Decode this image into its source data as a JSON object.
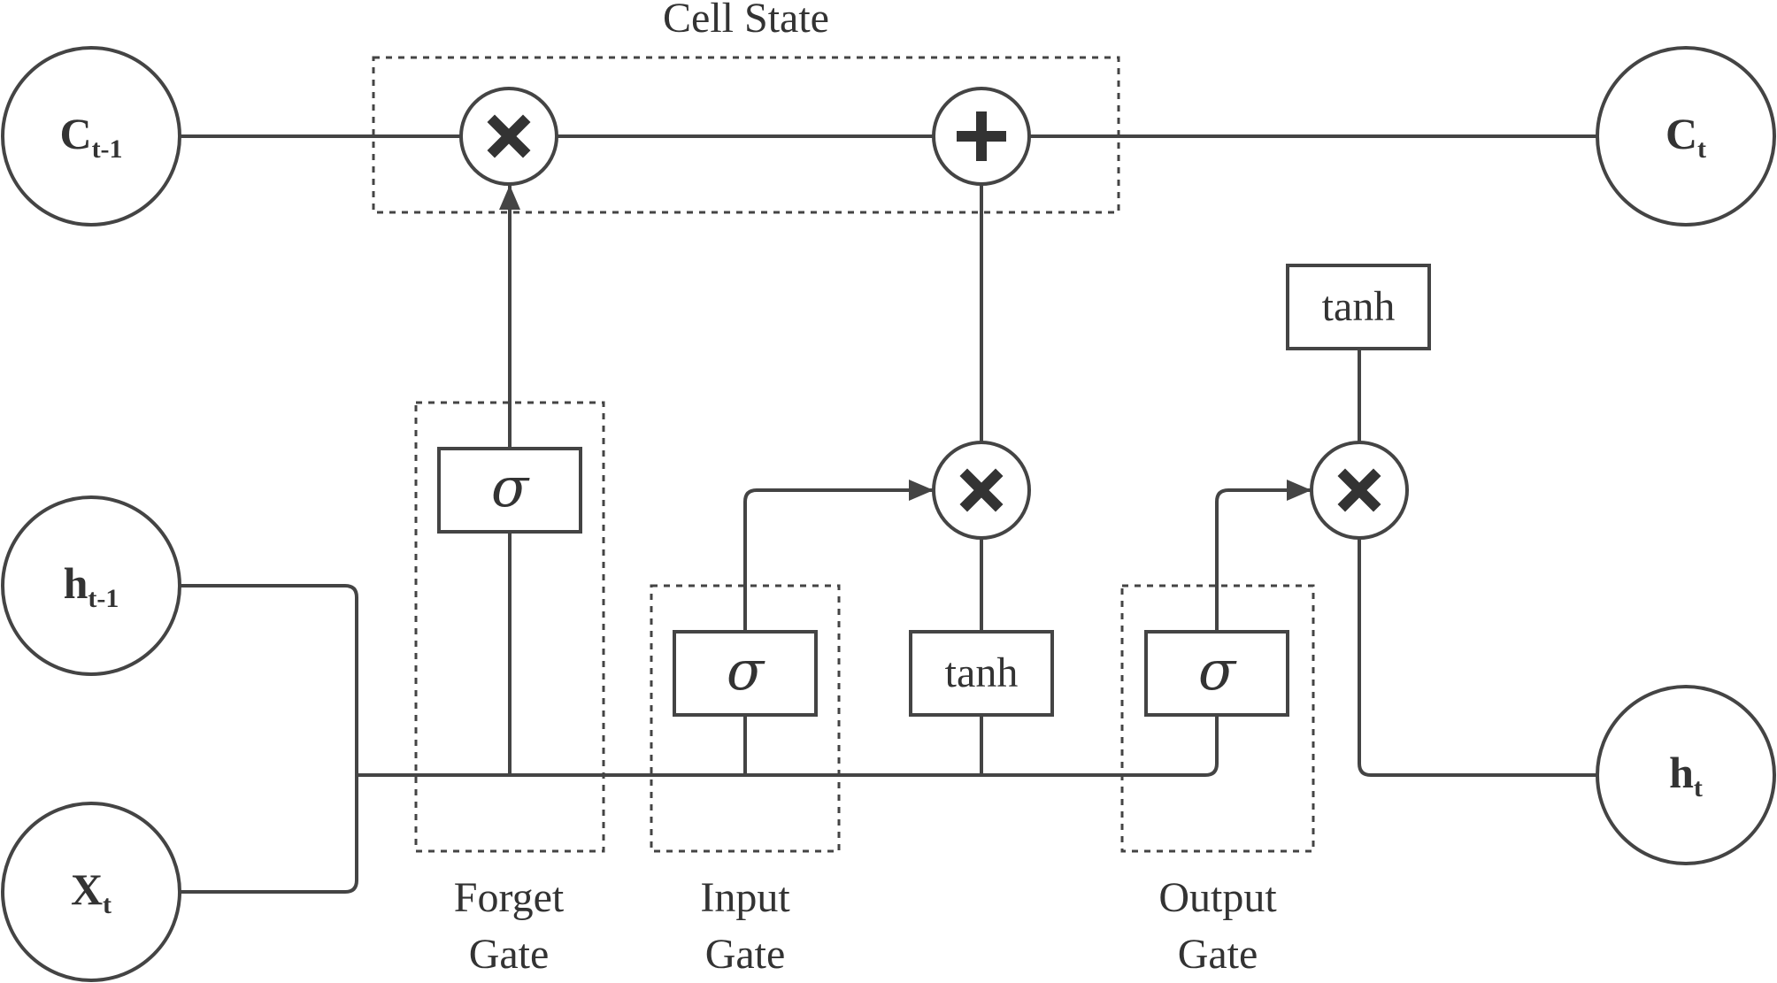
{
  "labels": {
    "cell_state": "Cell State",
    "forget_gate": [
      "Forget",
      "Gate"
    ],
    "input_gate": [
      "Input",
      "Gate"
    ],
    "output_gate": [
      "Output",
      "Gate"
    ]
  },
  "nodes": {
    "c_prev": {
      "main": "C",
      "sub": "t-1"
    },
    "c_next": {
      "main": "C",
      "sub": "t"
    },
    "h_prev": {
      "main": "h",
      "sub": "t-1"
    },
    "h_next": {
      "main": "h",
      "sub": "t"
    },
    "x_t": {
      "main": "X",
      "sub": "t"
    }
  },
  "functions": {
    "forget_sigma": "σ",
    "input_sigma": "σ",
    "output_sigma": "σ",
    "candidate_tanh": "tanh",
    "output_tanh": "tanh"
  },
  "operations": {
    "forget_multiply": "multiply",
    "cell_add": "add",
    "input_multiply": "multiply",
    "output_multiply": "multiply"
  },
  "colors": {
    "line": "#444444",
    "text": "#333333",
    "background": "#ffffff"
  }
}
